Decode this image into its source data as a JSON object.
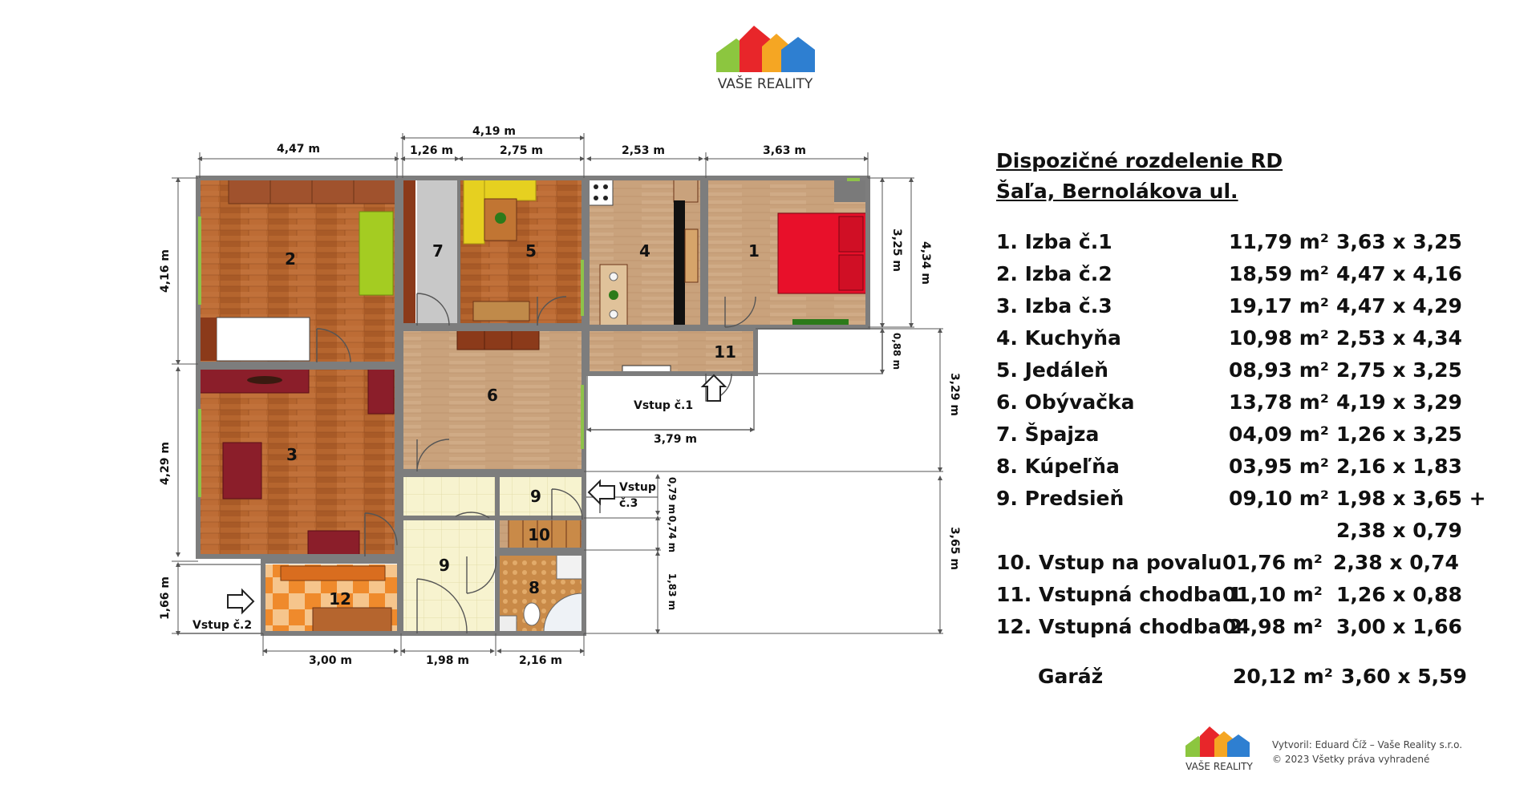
{
  "logo": {
    "brand_text": "VAŠE REALITY",
    "colors": [
      "#8cc63f",
      "#e8262a",
      "#f5a623",
      "#2e7fd1"
    ]
  },
  "plan": {
    "rooms": [
      {
        "num": "1",
        "name": "bedroom"
      },
      {
        "num": "2"
      },
      {
        "num": "3"
      },
      {
        "num": "4"
      },
      {
        "num": "5"
      },
      {
        "num": "6"
      },
      {
        "num": "7"
      },
      {
        "num": "8"
      },
      {
        "num": "9"
      },
      {
        "num": "9b",
        "label": "9"
      },
      {
        "num": "10"
      },
      {
        "num": "11"
      },
      {
        "num": "12"
      }
    ],
    "entrances": [
      {
        "id": "entry-1",
        "label": "Vstup č.1"
      },
      {
        "id": "entry-2",
        "label": "Vstup č.2"
      },
      {
        "id": "entry-3a",
        "label": "Vstup"
      },
      {
        "id": "entry-3b",
        "label": "č.3"
      }
    ],
    "dimensions": {
      "top_447": "4,47 m",
      "top_419": "4,19 m",
      "top_126": "1,26 m",
      "top_275": "2,75 m",
      "top_253": "2,53 m",
      "top_363": "3,63 m",
      "left_416": "4,16 m",
      "left_429": "4,29 m",
      "left_166": "1,66 m",
      "right_325": "3,25 m",
      "right_434": "4,34 m",
      "right_088": "0,88 m",
      "right_329": "3,29 m",
      "right_365": "3,65 m",
      "mid_379": "3,79 m",
      "mid_079": "0,79 m",
      "mid_074": "0,74 m",
      "mid_183": "1,83 m",
      "bottom_300": "3,00 m",
      "bottom_198": "1,98 m",
      "bottom_216": "2,16 m"
    }
  },
  "legend": {
    "title_line1": "Dispozičné rozdelenie RD",
    "title_line2": "Šaľa, Bernolákova ul.",
    "rows": [
      {
        "label": "1. Izba č.1",
        "area": "11,79 m²",
        "dims": "3,63 x 3,25"
      },
      {
        "label": "2. Izba č.2",
        "area": "18,59 m²",
        "dims": "4,47 x 4,16"
      },
      {
        "label": "3. Izba č.3",
        "area": "19,17 m²",
        "dims": "4,47 x 4,29"
      },
      {
        "label": "4. Kuchyňa",
        "area": "10,98 m²",
        "dims": "2,53 x 4,34"
      },
      {
        "label": "5. Jedáleň",
        "area": "08,93 m²",
        "dims": "2,75 x 3,25"
      },
      {
        "label": "6. Obývačka",
        "area": "13,78 m²",
        "dims": "4,19 x 3,29"
      },
      {
        "label": "7. Špajza",
        "area": "04,09 m²",
        "dims": "1,26 x 3,25"
      },
      {
        "label": "8. Kúpeľňa",
        "area": "03,95 m²",
        "dims": "2,16 x 1,83"
      },
      {
        "label": "9. Predsieň",
        "area": "09,10 m²",
        "dims": "1,98 x 3,65 +"
      },
      {
        "label": "",
        "area": "",
        "dims": "2,38 x 0,79"
      },
      {
        "label": "10. Vstup na povalu",
        "area": "01,76 m²",
        "dims": "2,38 x 0,74"
      },
      {
        "label": "11. Vstupná chodba 1",
        "area": "01,10 m²",
        "dims": "1,26 x 0,88"
      },
      {
        "label": "12. Vstupná chodba 2",
        "area": "04,98 m²",
        "dims": "3,00 x 1,66"
      },
      {
        "label": "Garáž",
        "area": "20,12 m²",
        "dims": "3,60 x 5,59"
      }
    ]
  },
  "credit": {
    "line1": "Vytvoril: Eduard Číž – Vaše Reality s.r.o.",
    "line2": "© 2023 Všetky práva vyhradené"
  }
}
